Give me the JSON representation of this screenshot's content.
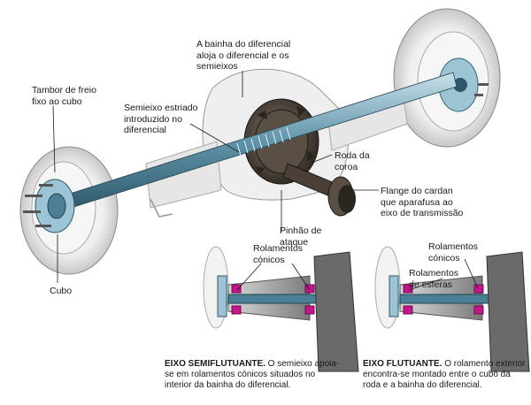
{
  "labels": {
    "diff_housing": "A bainha do diferencial\naloja o diferencial e os\nsemieixos",
    "brake_drum": "Tambor de freio\nfixo ao cubo",
    "splined_shaft": "Semieixo estriado\nintroduzido no\ndiferencial",
    "crown_wheel": "Roda da\ncoroa",
    "pinion": "Pinhão de\nataque",
    "prop_flange": "Flange do cardan\nque aparafusa ao\neixo de transmissão",
    "hub": "Cubo",
    "taper_bearings_left": "Rolamentos\ncónicos",
    "taper_bearings_right": "Rolamentos\ncónicos",
    "ball_bearings": "Rolamentos\nde esferas"
  },
  "captions": {
    "semi_floating": {
      "title": "EIXO SEMIFLUTUANTE.",
      "text": " O semieixo apoia-se em rolamentos cónicos situados no interior da bainha do diferencial."
    },
    "fully_floating": {
      "title": "EIXO FLUTUANTE.",
      "text": " O rolamento exterior encontra-se montado entre o cubo da roda e a bainha do diferencial."
    }
  },
  "colors": {
    "shaft": "#4a7f96",
    "shaft_light": "#9cc4d4",
    "metal_dark": "#3a3530",
    "bearing": "#c0188a",
    "tire": "#ececec"
  }
}
